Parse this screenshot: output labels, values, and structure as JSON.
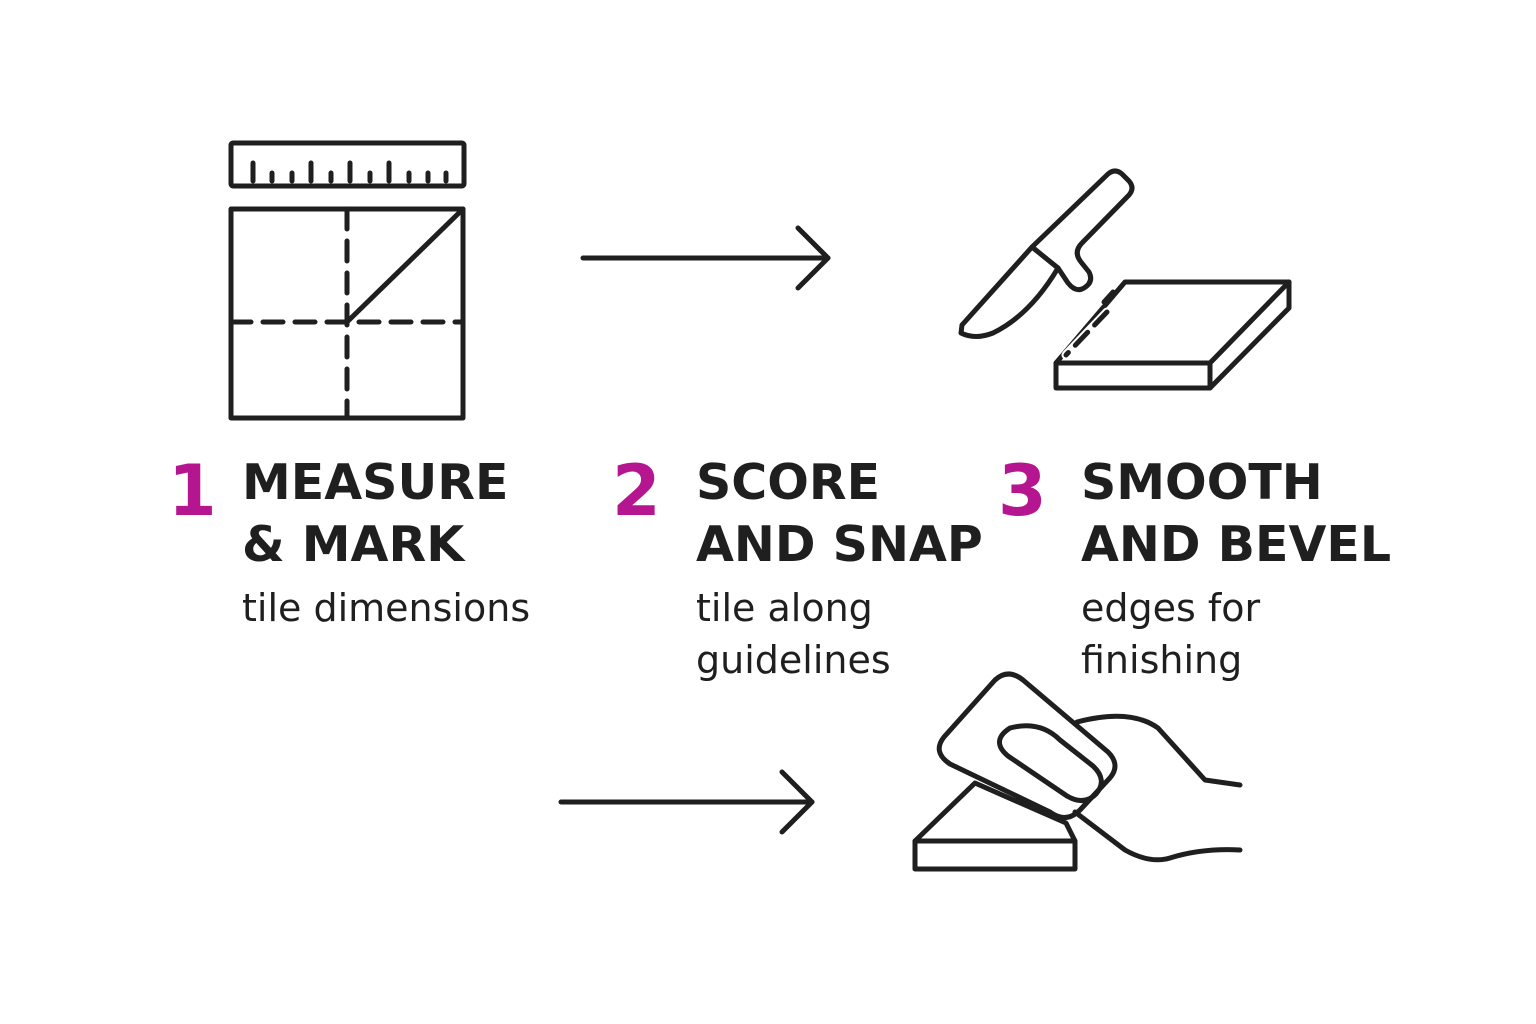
{
  "accent_color": "#b5168f",
  "text_color": "#1f1f1f",
  "steps": [
    {
      "number": "1",
      "title_lines": [
        "MEASURE",
        "& MARK"
      ],
      "desc_lines": [
        "tile dimensions"
      ],
      "icon": "ruler-grid-icon"
    },
    {
      "number": "2",
      "title_lines": [
        "SCORE",
        "AND SNAP"
      ],
      "desc_lines": [
        "tile along",
        "guidelines"
      ],
      "icon": "knife-tile-icon"
    },
    {
      "number": "3",
      "title_lines": [
        "SMOOTH",
        "AND BEVEL"
      ],
      "desc_lines": [
        "edges for",
        "finishing"
      ],
      "icon": "hand-sanding-icon"
    }
  ]
}
